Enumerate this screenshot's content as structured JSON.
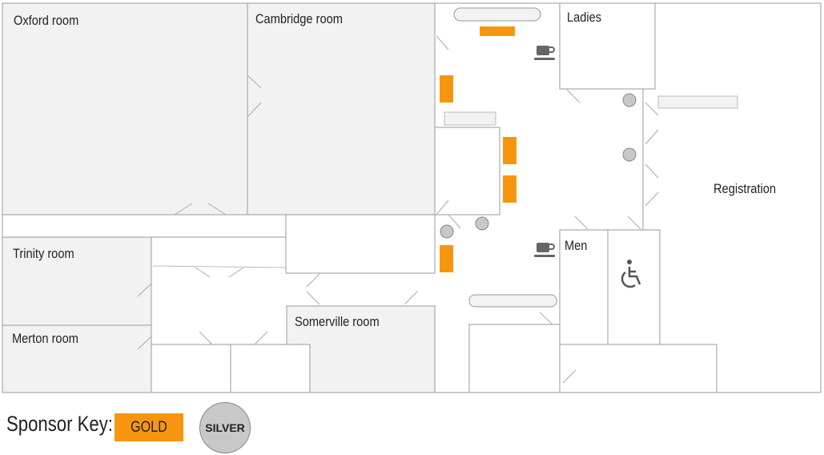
{
  "rooms": {
    "oxford": "Oxford room",
    "cambridge": "Cambridge room",
    "trinity": "Trinity room",
    "merton": "Merton room",
    "somerville": "Somerville room",
    "ladies": "Ladies",
    "men": "Men",
    "registration": "Registration"
  },
  "icons": {
    "coffee": "coffee-cup-icon",
    "accessible": "wheelchair-icon"
  },
  "legend": {
    "title": "Sponsor Key:",
    "gold_label": "GOLD",
    "silver_label": "SILVER"
  },
  "colors": {
    "gold": "#f7960e",
    "silver": "#c8c8c8",
    "room_fill": "#f2f2f2",
    "wall": "#9a9a9a"
  }
}
